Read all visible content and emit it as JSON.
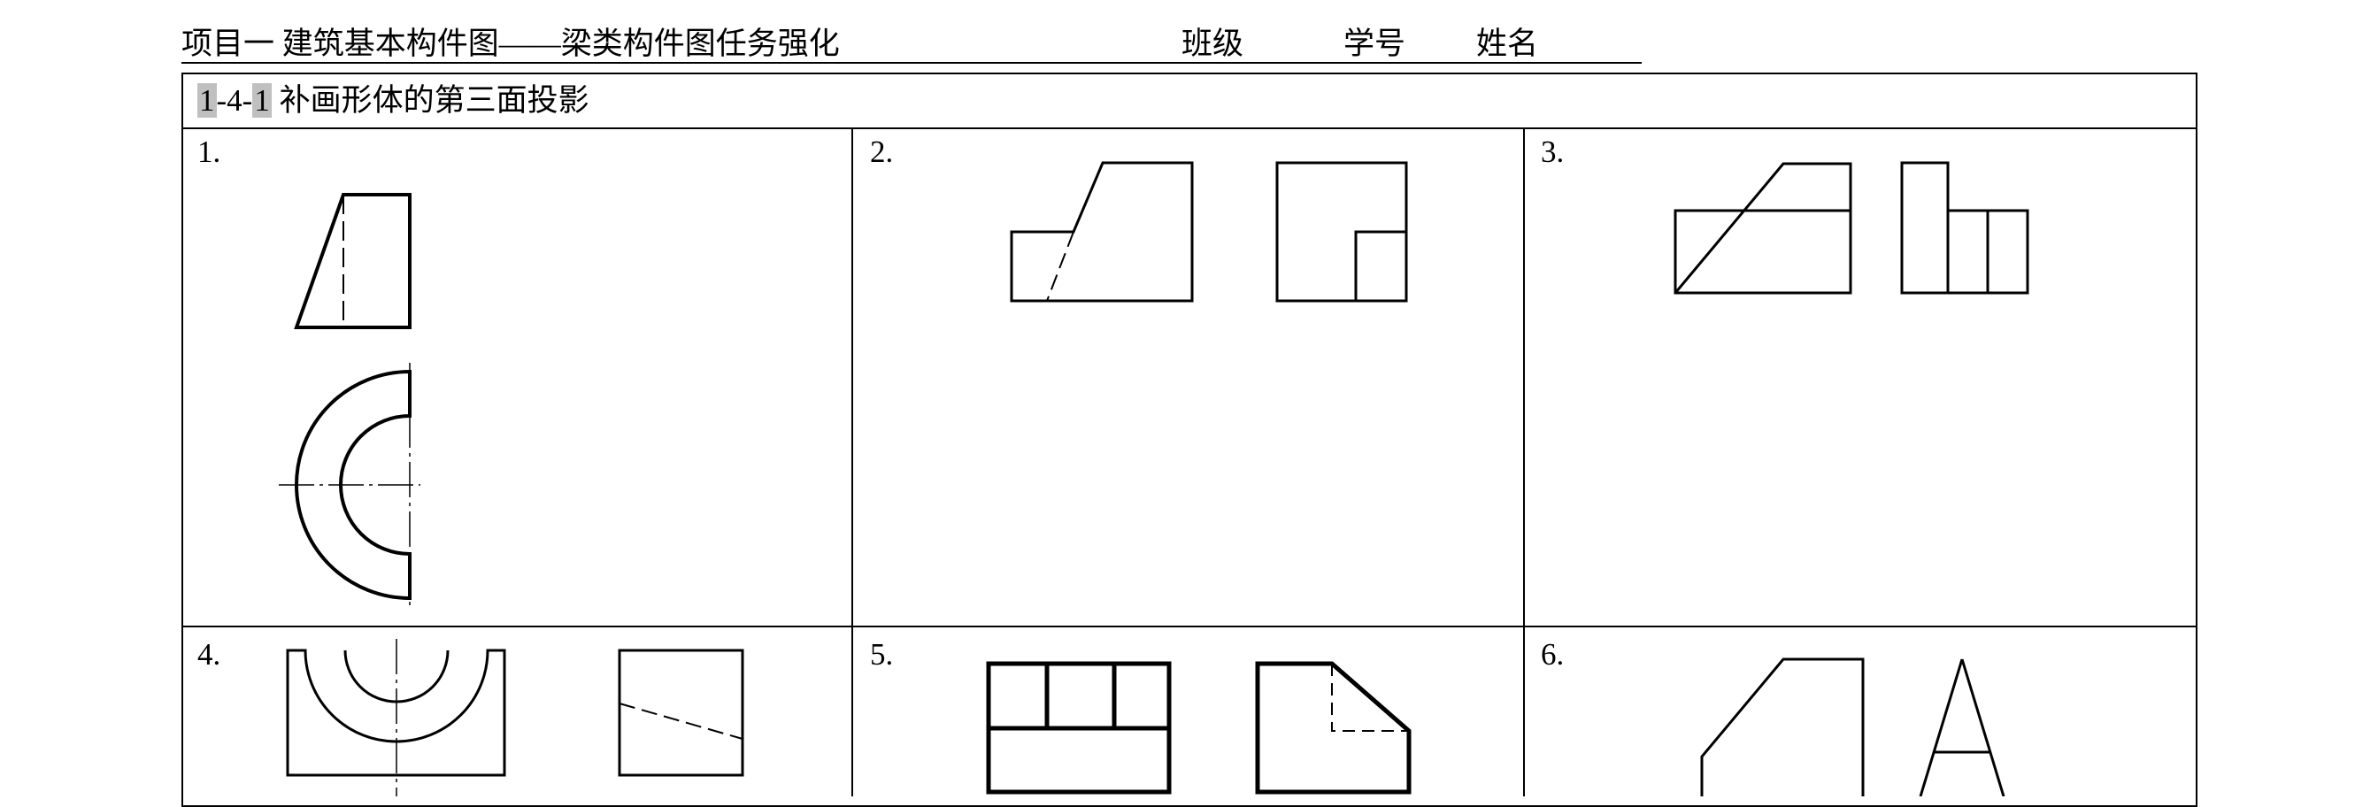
{
  "header": {
    "project_title": "项目一  建筑基本构件图——梁类构件图任务强化",
    "class_label": "班级",
    "student_id_label": "学号",
    "name_label": "姓名"
  },
  "exercise": {
    "number_parts": [
      "1",
      "-4-",
      "1"
    ],
    "title": "补画形体的第三面投影",
    "highlight_color": "#c0c0c0"
  },
  "problems": [
    {
      "label": "1.",
      "description": "trapezoid view with hidden line above semicircular ring view with centerlines"
    },
    {
      "label": "2.",
      "description": "stepped profile with sloped edge and hidden line beside square with inner notch"
    },
    {
      "label": "3.",
      "description": "rectangle with diagonal cut beside stepped vertical block"
    },
    {
      "label": "4.",
      "description": "block with semicircular groove beside square with hidden slanted line"
    },
    {
      "label": "5.",
      "description": "rectangle divided into panels beside notched-corner square with hidden lines"
    },
    {
      "label": "6.",
      "description": "chamfered block beside triangle with crossbar"
    }
  ]
}
